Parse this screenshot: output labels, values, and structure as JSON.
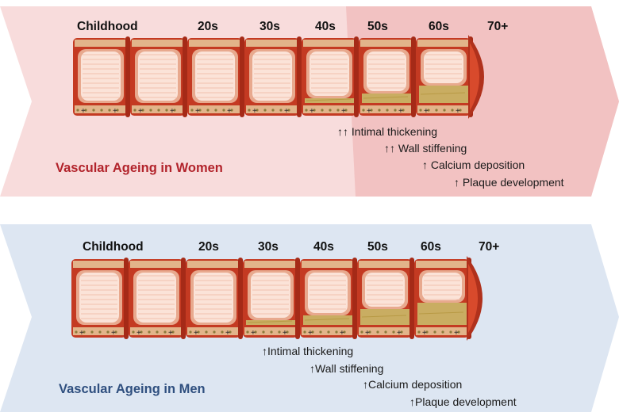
{
  "panels": [
    {
      "key": "women",
      "title": "Vascular Ageing in Women",
      "title_color": "#b2232b",
      "band_color": "#f8dcdc",
      "band_dark": "#f2c2c2",
      "ages": [
        "Childhood",
        "20s",
        "30s",
        "40s",
        "50s",
        "60s",
        "70+"
      ],
      "notes": [
        {
          "arrows": "↑↑",
          "text": "Intimal thickening"
        },
        {
          "arrows": "↑↑",
          "text": "Wall stiffening"
        },
        {
          "arrows": "↑",
          "text": "Calcium deposition"
        },
        {
          "arrows": "↑",
          "text": "Plaque development"
        }
      ]
    },
    {
      "key": "men",
      "title": "Vascular Ageing in  Men",
      "title_color": "#2f4f7f",
      "band_color": "#dde6f2",
      "band_dark": "#dde6f2",
      "ages": [
        "Childhood",
        "20s",
        "30s",
        "40s",
        "50s",
        "60s",
        "70+"
      ],
      "notes": [
        {
          "arrows": "↑",
          "text": "Intimal thickening"
        },
        {
          "arrows": "↑",
          "text": "Wall stiffening"
        },
        {
          "arrows": "↑",
          "text": "Calcium deposition"
        },
        {
          "arrows": "↑",
          "text": "Plaque development"
        }
      ]
    }
  ],
  "colors": {
    "wall_outer": "#c43a22",
    "wall_inner": "#e8a98e",
    "lumen": "#fbe3d8",
    "adventitia": "#e2b48a",
    "plaque": "#c9ad62",
    "calcium": "#b89a45"
  }
}
